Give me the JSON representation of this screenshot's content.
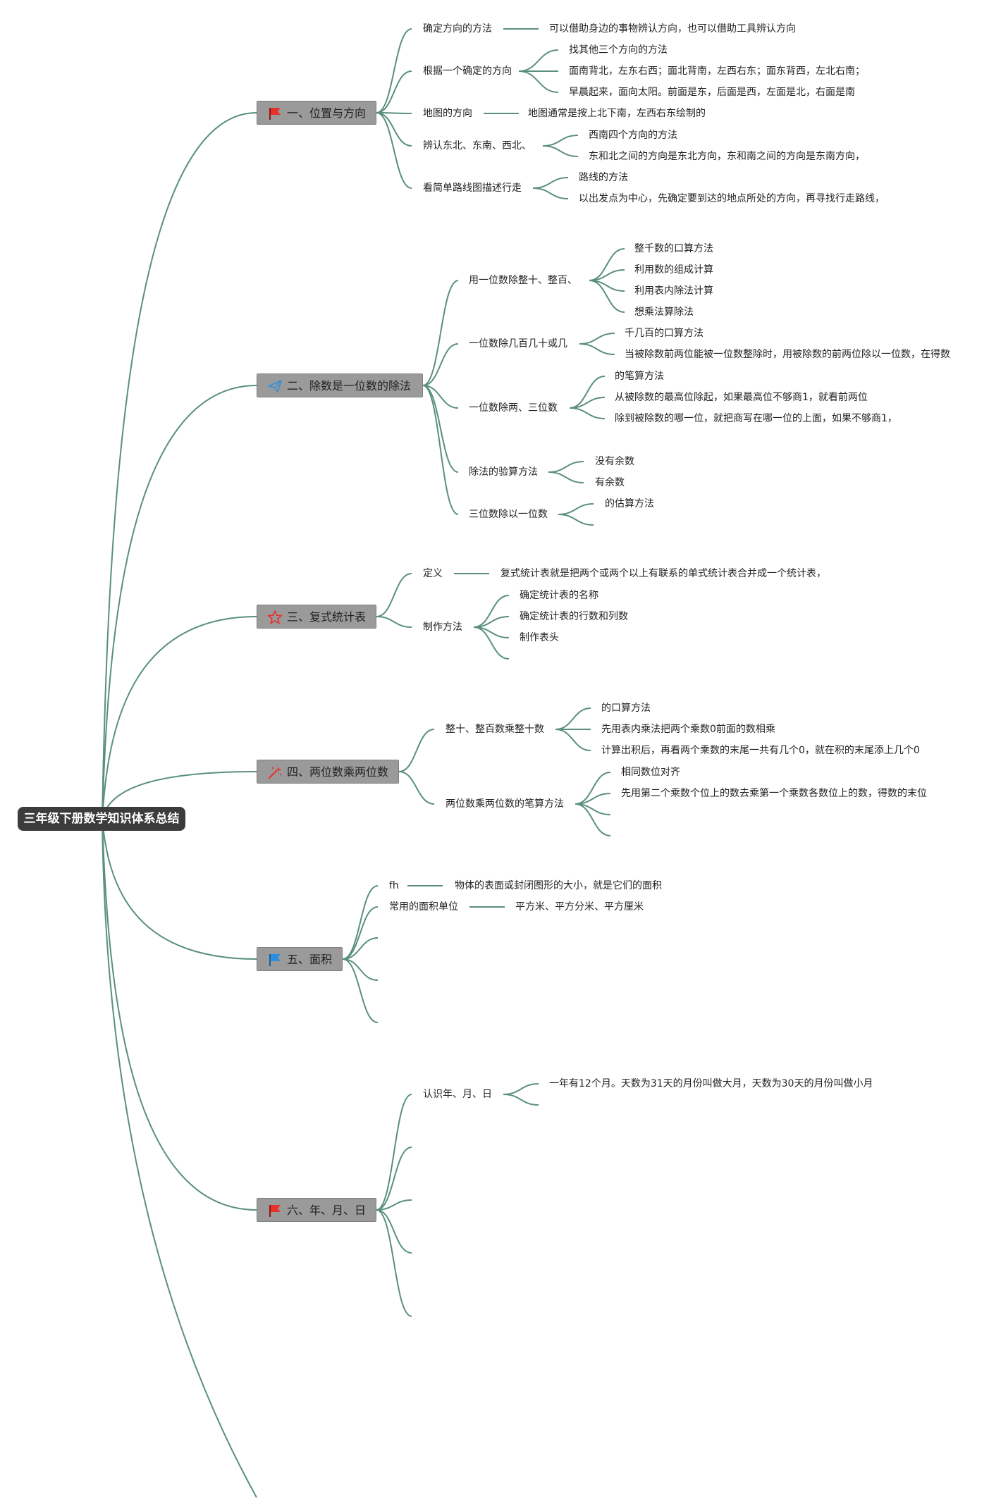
{
  "root": {
    "title": "三年级下册数学知识体系总结"
  },
  "sections": [
    {
      "id": "s1",
      "label": "一、位置与方向",
      "icon": "red-flag-icon",
      "icon_color": "#e8312b",
      "topics": [
        {
          "label": "确定方向的方法",
          "items": [
            "可以借助身边的事物辨认方向，也可以借助工具辨认方向"
          ]
        },
        {
          "label": "根据一个确定的方向",
          "items": [
            "找其他三个方向的方法",
            "面南背北，左东右西；面北背南，左西右东；面东背西，左北右南；",
            "早晨起来，面向太阳。前面是东，后面是西，左面是北，右面是南"
          ]
        },
        {
          "label": "地图的方向",
          "items": [
            "地图通常是按上北下南，左西右东绘制的"
          ]
        },
        {
          "label": "辨认东北、东南、西北、",
          "items": [
            "西南四个方向的方法",
            "东和北之间的方向是东北方向，东和南之间的方向是东南方向，"
          ]
        },
        {
          "label": "看简单路线图描述行走",
          "items": [
            "路线的方法",
            "以出发点为中心，先确定要到达的地点所处的方向，再寻找行走路线，"
          ]
        }
      ]
    },
    {
      "id": "s2",
      "label": "二、除数是一位数的除法",
      "icon": "paper-plane-icon",
      "icon_color": "#3a8fd6",
      "topics": [
        {
          "label": "用一位数除整十、整百、",
          "items": [
            "整千数的口算方法",
            "利用数的组成计算",
            "利用表内除法计算",
            "想乘法算除法"
          ]
        },
        {
          "label": "一位数除几百几十或几",
          "items": [
            "千几百的口算方法",
            "当被除数前两位能被一位数整除时，用被除数的前两位除以一位数，在得数"
          ]
        },
        {
          "label": "一位数除两、三位数",
          "items": [
            "的笔算方法",
            "从被除数的最高位除起，如果最高位不够商1，就看前两位",
            "除到被除数的哪一位，就把商写在哪一位的上面，如果不够商1，"
          ]
        },
        {
          "label": "除法的验算方法",
          "items": [
            "没有余数",
            "有余数"
          ]
        },
        {
          "label": "三位数除以一位数",
          "items": [
            "的估算方法"
          ]
        }
      ]
    },
    {
      "id": "s3",
      "label": "三、复式统计表",
      "icon": "star-icon",
      "icon_color": "#e8312b",
      "topics": [
        {
          "label": "定义",
          "items": [
            "复式统计表就是把两个或两个以上有联系的单式统计表合并成一个统计表，"
          ]
        },
        {
          "label": "制作方法",
          "items": [
            "确定统计表的名称",
            "确定统计表的行数和列数",
            "制作表头"
          ]
        }
      ]
    },
    {
      "id": "s4",
      "label": "四、两位数乘两位数",
      "icon": "magic-wand-icon",
      "icon_color": "#e8312b",
      "topics": [
        {
          "label": "整十、整百数乘整十数",
          "items": [
            "的口算方法",
            "先用表内乘法把两个乘数0前面的数相乘",
            "计算出积后，再看两个乘数的末尾一共有几个0，就在积的末尾添上几个0"
          ]
        },
        {
          "label": "两位数乘两位数的笔算方法",
          "items": [
            "相同数位对齐",
            "先用第二个乘数个位上的数去乘第一个乘数各数位上的数，得数的末位"
          ]
        }
      ]
    },
    {
      "id": "s5",
      "label": "五、面积",
      "icon": "blue-flag-icon",
      "icon_color": "#2a8fe0",
      "topics": [
        {
          "label": "fh",
          "items": [
            "物体的表面或封闭图形的大小，就是它们的面积"
          ]
        },
        {
          "label": "常用的面积单位",
          "items": [
            "平方米、平方分米、平方厘米"
          ]
        }
      ]
    },
    {
      "id": "s6",
      "label": "六、年、月、日",
      "icon": "red-flag-icon",
      "icon_color": "#e8312b",
      "topics": [
        {
          "label": "认识年、月、日",
          "items": [
            "一年有12个月。天数为31天的月份叫做大月，天数为30天的月份叫做小月"
          ]
        }
      ]
    }
  ]
}
